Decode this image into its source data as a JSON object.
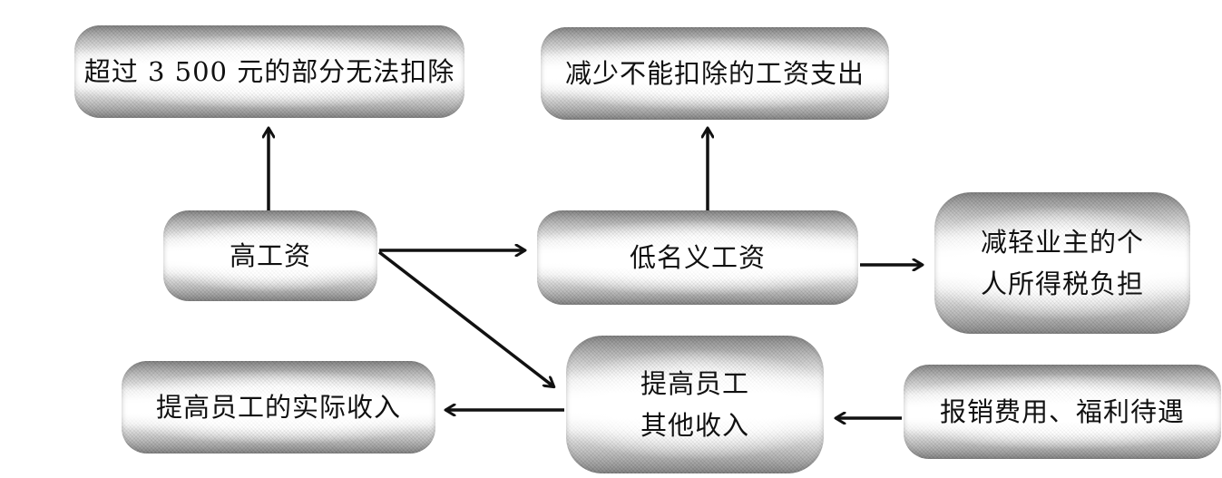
{
  "diagram": {
    "nodes": {
      "excess_not_deductible": {
        "label": "超过 3 500 元的部分无法扣除"
      },
      "reduce_nondeductible_wage": {
        "label": "减少不能扣除的工资支出"
      },
      "high_wage": {
        "label": "高工资"
      },
      "low_nominal_wage": {
        "label": "低名义工资"
      },
      "reduce_owner_tax": {
        "lines": [
          "减轻业主的个",
          "人所得税负担"
        ]
      },
      "raise_actual_income": {
        "label": "提高员工的实际收入"
      },
      "raise_other_income": {
        "lines": [
          "提高员工",
          "其他收入"
        ]
      },
      "reimbursement_benefits": {
        "label": "报销费用、福利待遇"
      }
    },
    "edges": [
      {
        "from": "high_wage",
        "to": "excess_not_deductible"
      },
      {
        "from": "high_wage",
        "to": "low_nominal_wage"
      },
      {
        "from": "high_wage",
        "to": "raise_other_income"
      },
      {
        "from": "low_nominal_wage",
        "to": "reduce_nondeductible_wage"
      },
      {
        "from": "low_nominal_wage",
        "to": "reduce_owner_tax"
      },
      {
        "from": "raise_other_income",
        "to": "raise_actual_income"
      },
      {
        "from": "reimbursement_benefits",
        "to": "raise_other_income"
      }
    ]
  }
}
